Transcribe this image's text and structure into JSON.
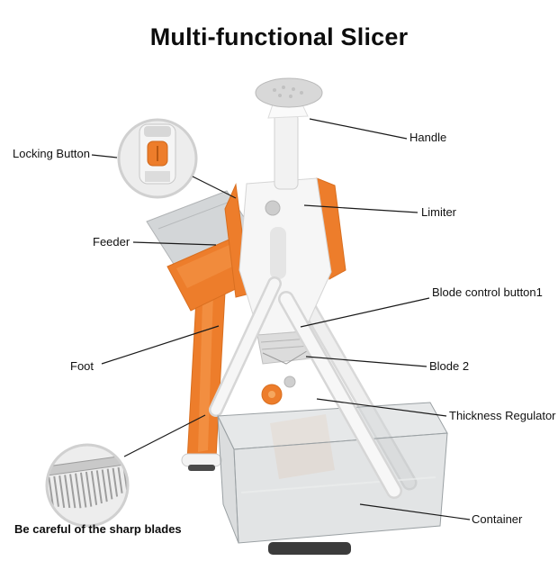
{
  "title": "Multi-functional Slicer",
  "callouts": {
    "locking_button": "Locking Button",
    "handle": "Handle",
    "limiter": "Limiter",
    "feeder": "Feeder",
    "blade_control_button1": "Blode control button1",
    "blade_2": "Blode 2",
    "foot": "Foot",
    "thickness_regulator": "Thickness Regulator",
    "container": "Container"
  },
  "warning": "Be careful of the sharp blades",
  "colors": {
    "accent_orange": "#ED7D2B",
    "leader_line": "#1a1a1a",
    "text": "#111111",
    "container_glass": "#c9ccce",
    "inset_background": "#ededed"
  }
}
